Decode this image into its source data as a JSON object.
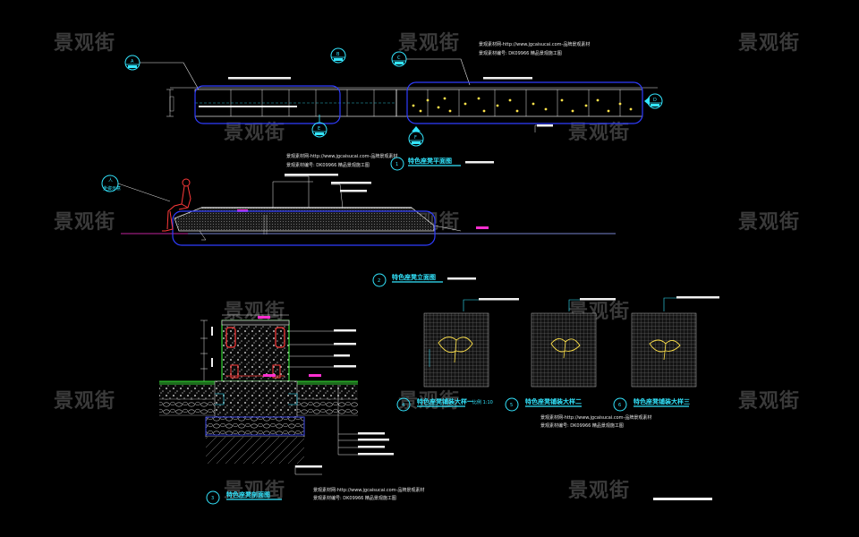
{
  "watermark": "景观街",
  "notes": {
    "n1a": "景观素材网-http://www.jgcaisucai.com-品牌景观素材",
    "n1b": "景观素材编号: DK09966  精品景观施工图",
    "n2a": "景观素材网-http://www.jgcaisucai.com-品牌景观素材",
    "n2b": "景观素材编号: DK09966  精品景观施工图",
    "n3a": "景观素材网-http://www.jgcaisucai.com-品牌景观素材",
    "n3b": "景观素材编号: DK09966  精品景观施工图",
    "n4a": "景观素材网-http://www.jgcaisucai.com-品牌景观素材",
    "n4b": "景观素材编号: DK09966  精品景观施工图"
  },
  "titles": {
    "plan": "特色座凳平面图",
    "elevation": "特色座凳立面图",
    "section": "特色座凳剖面图",
    "detail1": "特色座凳铺装大样一",
    "detail1_scale": "比例 1:10",
    "detail2": "特色座凳铺装大样二",
    "detail3": "特色座凳铺装大样三"
  },
  "markers": {
    "plan": "1",
    "elevation": "2",
    "section": "3",
    "d1": "4",
    "d2": "5",
    "d3": "6",
    "s_a": "A",
    "s_b": "B",
    "s_c": "C",
    "s_d": "D",
    "s_e": "E",
    "s_f": "F",
    "person_tag": "人",
    "person_tag2": "坐姿示意"
  },
  "colors": {
    "background": "#000000",
    "cyan": "#33e6ff",
    "blue": "#2f3cff",
    "yellow": "#ffe24a",
    "magenta": "#ff2fd0",
    "red": "#ff3a3a",
    "green": "#3cff3c",
    "gray": "#8a8a8a",
    "white": "#f0f0f0",
    "watermark": "#3a3a3a"
  }
}
